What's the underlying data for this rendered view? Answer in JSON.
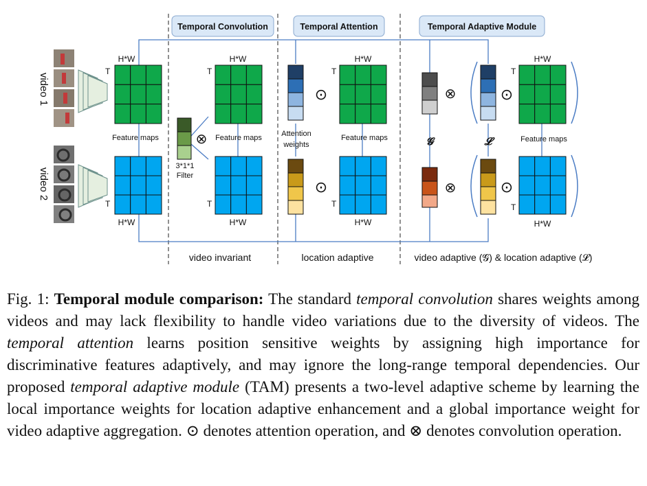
{
  "figure": {
    "sections": {
      "conv": "Temporal Convolution",
      "attn": "Temporal Attention",
      "tam": "Temporal Adaptive Module"
    },
    "videos": [
      "video 1",
      "video 2"
    ],
    "dims": {
      "hw": "H*W",
      "t": "T"
    },
    "feature_maps": "Feature maps",
    "filter": [
      "3*1*1",
      "Filter"
    ],
    "attention_weights": [
      "Attention",
      "weights"
    ],
    "g_symbol": "𝓖",
    "l_symbol": "𝓛",
    "odot": "⊙",
    "otimes": "⊗",
    "bottom_labels": {
      "conv": "video invariant",
      "attn": "location adaptive",
      "tam": "video adaptive (𝓖) & location adaptive (𝓛)"
    },
    "colors": {
      "green": "#0fa84a",
      "blue": "#00a6f0",
      "header_fill": "#dae8f7",
      "connector": "#4a7cc4"
    }
  },
  "caption": {
    "prefix": "Fig. 1: ",
    "bold": "Temporal module comparison:",
    "t1": " The standard ",
    "i1": "temporal convolution",
    "t2": " shares weights among videos and may lack flexibility to handle video variations due to the diversity of videos. The ",
    "i2": "temporal attention",
    "t3": " learns position sensitive weights by assigning high importance for discriminative features adaptively, and may ignore the long-range temporal dependencies. Our proposed ",
    "i3": "temporal adaptive module",
    "t4": " (TAM) presents a two-level adaptive scheme by learning the local importance weights for location adaptive enhancement and a global importance weight for video adaptive aggregation. ⊙ denotes attention operation, and ⊗ denotes convolution operation."
  }
}
